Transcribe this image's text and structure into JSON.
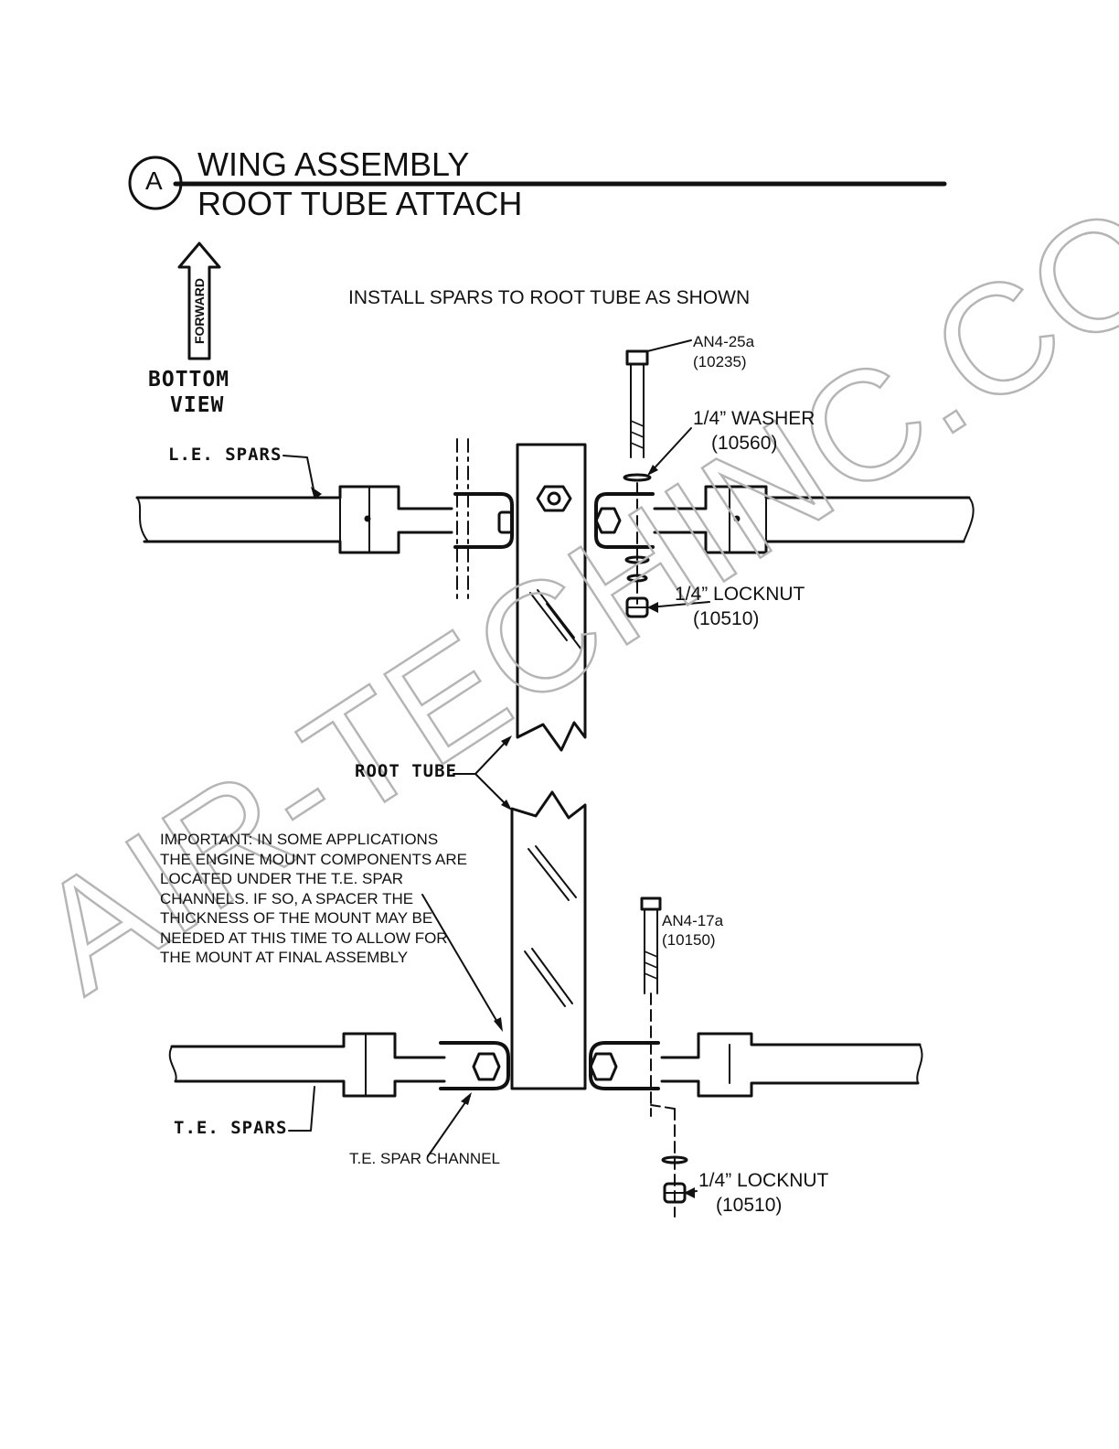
{
  "header": {
    "badge": "A",
    "title_line1": "WING ASSEMBLY",
    "title_line2": "ROOT TUBE ATTACH"
  },
  "instruction": "INSTALL SPARS TO ROOT TUBE AS SHOWN",
  "orientation": {
    "arrow_label": "FORWARD",
    "view_line1": "BOTTOM",
    "view_line2": "VIEW"
  },
  "callouts": {
    "le_spars": "L.E. SPARS",
    "te_spars": "T.E. SPARS",
    "root_tube": "ROOT TUBE",
    "te_spar_channel": "T.E. SPAR CHANNEL",
    "bolt_top": {
      "part": "AN4-25a",
      "number": "(10235)"
    },
    "washer": {
      "part": "1/4” WASHER",
      "number": "(10560)"
    },
    "locknut_top": {
      "part": "1/4” LOCKNUT",
      "number": "(10510)"
    },
    "bolt_bottom": {
      "part": "AN4-17a",
      "number": "(10150)"
    },
    "locknut_bottom": {
      "part": "1/4” LOCKNUT",
      "number": "(10510)"
    }
  },
  "important_note": "IMPORTANT: IN SOME APPLICATIONS THE ENGINE MOUNT COMPONENTS ARE LOCATED UNDER THE T.E. SPAR CHANNELS.  IF SO, A SPACER THE THICKNESS OF THE MOUNT MAY BE NEEDED AT THIS TIME TO ALLOW FOR THE MOUNT AT FINAL ASSEMBLY",
  "watermark": "AIR-TECHINC.COM",
  "colors": {
    "ink": "#111111",
    "watermark": "#b5b5b5"
  }
}
